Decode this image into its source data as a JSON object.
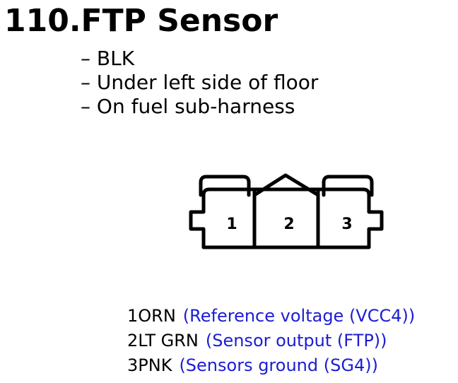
{
  "title": "110.FTP Sensor",
  "bullets": [
    "– BLK",
    "– Under left side of floor",
    "– On fuel sub-harness"
  ],
  "connector": {
    "pins": [
      "1",
      "2",
      "3"
    ]
  },
  "pin_list": [
    {
      "label": "1ORN",
      "desc": "(Reference voltage (VCC4))"
    },
    {
      "label": "2LT GRN",
      "desc": "(Sensor output (FTP))"
    },
    {
      "label": "3PNK",
      "desc": "(Sensors ground (SG4))"
    }
  ],
  "colors": {
    "description_text": "#1c1cd4",
    "text": "#000000"
  }
}
